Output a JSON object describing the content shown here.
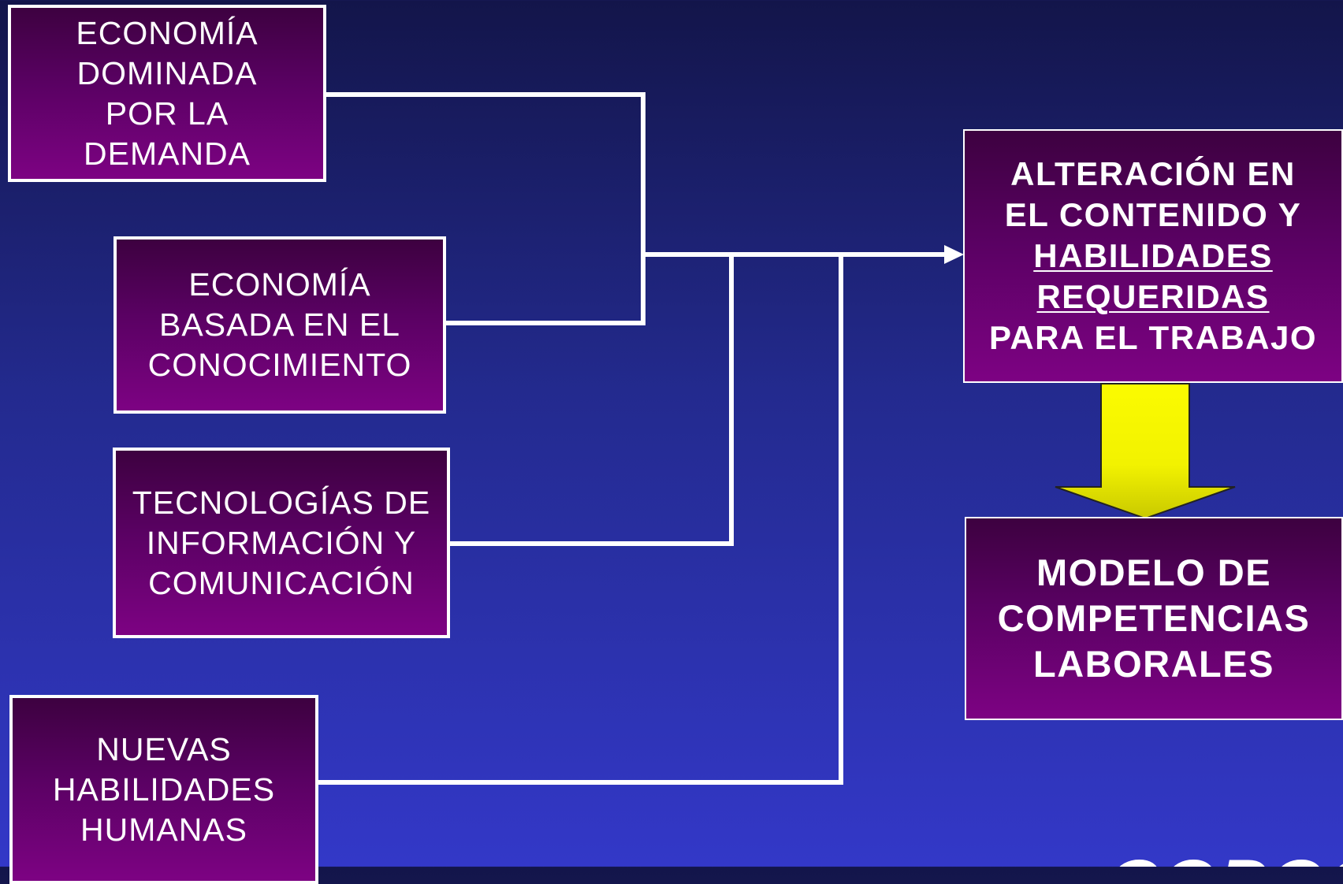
{
  "diagram": {
    "sources": [
      {
        "id": "demanda",
        "lines": [
          "ECONOMÍA",
          "DOMINADA",
          "POR LA",
          "DEMANDA"
        ]
      },
      {
        "id": "conocimiento",
        "lines": [
          "ECONOMÍA",
          "BASADA EN EL",
          "CONOCIMIENTO"
        ]
      },
      {
        "id": "tic",
        "lines": [
          "TECNOLOGÍAS DE",
          "INFORMACIÓN Y",
          "COMUNICACIÓN"
        ]
      },
      {
        "id": "habilidades",
        "lines": [
          "NUEVAS",
          "HABILIDADES",
          "HUMANAS"
        ]
      }
    ],
    "result": {
      "lines": [
        "ALTERACIÓN EN",
        "EL CONTENIDO Y",
        "HABILIDADES",
        "REQUERIDAS",
        "PARA EL TRABAJO"
      ],
      "underlined_lines": [
        2,
        3
      ]
    },
    "outcome": {
      "lines": [
        "MODELO DE",
        "COMPETENCIAS",
        "LABORALES"
      ]
    },
    "logo_text": "COPOC"
  },
  "colors": {
    "background_top": "#13154a",
    "background_bottom": "#3338c8",
    "box_top": "#3d0140",
    "box_bottom": "#7d0283",
    "connector": "#ffffff",
    "arrow_fill": "#ffff00"
  }
}
